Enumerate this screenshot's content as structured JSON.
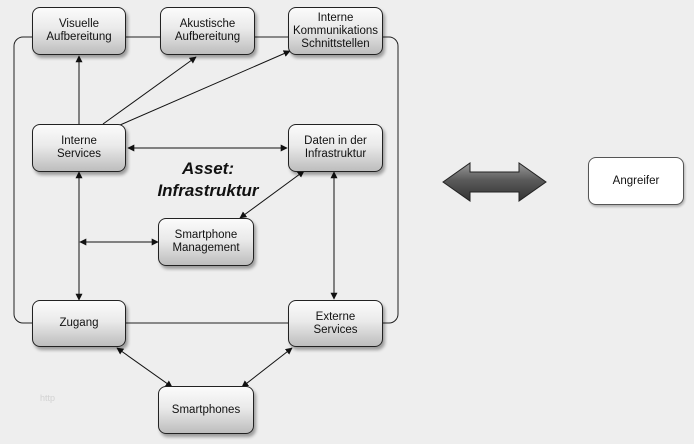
{
  "diagram": {
    "title": "Asset:\nInfrastruktur",
    "nodes": [
      {
        "id": "visuelle",
        "label": "Visuelle\nAufbereitung"
      },
      {
        "id": "akustische",
        "label": "Akustische\nAufbereitung"
      },
      {
        "id": "interne-komm",
        "label": "Interne\nKommunikations\nSchnittstellen"
      },
      {
        "id": "interne-services",
        "label": "Interne\nServices"
      },
      {
        "id": "daten",
        "label": "Daten in der\nInfrastruktur"
      },
      {
        "id": "smartphone-mgmt",
        "label": "Smartphone\nManagement"
      },
      {
        "id": "zugang",
        "label": "Zugang"
      },
      {
        "id": "externe-services",
        "label": "Externe\nServices"
      },
      {
        "id": "smartphones",
        "label": "Smartphones"
      },
      {
        "id": "angreifer",
        "label": "Angreifer"
      }
    ],
    "edges": [
      {
        "from": "interne-services",
        "to": "visuelle",
        "type": "single"
      },
      {
        "from": "interne-services",
        "to": "akustische",
        "type": "single"
      },
      {
        "from": "interne-services",
        "to": "interne-komm",
        "type": "single"
      },
      {
        "from": "interne-services",
        "to": "daten",
        "type": "double"
      },
      {
        "from": "interne-services",
        "to": "zugang",
        "type": "double"
      },
      {
        "from": "smartphone-mgmt",
        "to": "daten",
        "type": "double"
      },
      {
        "from": "smartphone-mgmt",
        "to": "interne-services-zugang-line",
        "type": "double"
      },
      {
        "from": "daten",
        "to": "externe-services",
        "type": "double"
      },
      {
        "from": "zugang",
        "to": "smartphones",
        "type": "double"
      },
      {
        "from": "externe-services",
        "to": "smartphones",
        "type": "double"
      },
      {
        "from": "infrastructure-boundary",
        "to": "angreifer",
        "type": "block-double"
      }
    ],
    "watermark": "http"
  }
}
